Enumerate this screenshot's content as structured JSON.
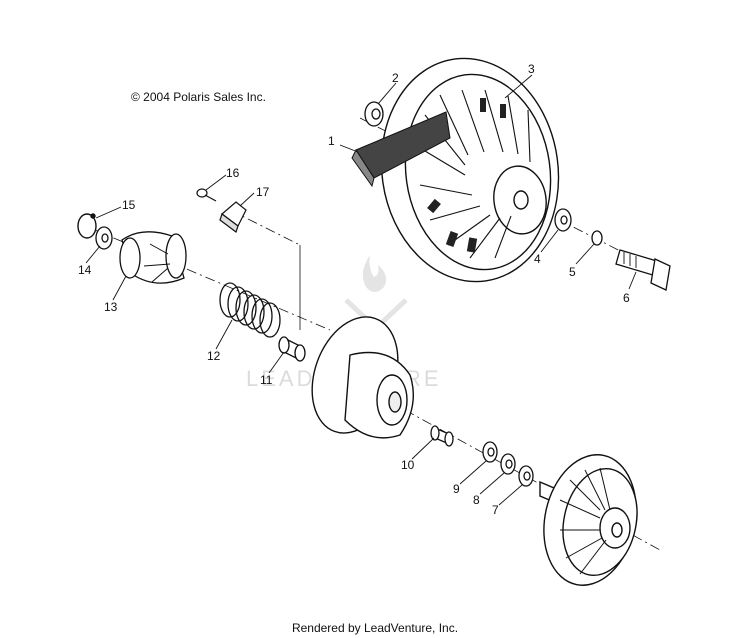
{
  "copyright": "© 2004 Polaris Sales Inc.",
  "footer": "Rendered by LeadVenture, Inc.",
  "watermark": "LEADVENTURE",
  "callouts": [
    "1",
    "2",
    "3",
    "4",
    "5",
    "6",
    "7",
    "8",
    "9",
    "10",
    "11",
    "12",
    "13",
    "14",
    "15",
    "16",
    "17"
  ]
}
